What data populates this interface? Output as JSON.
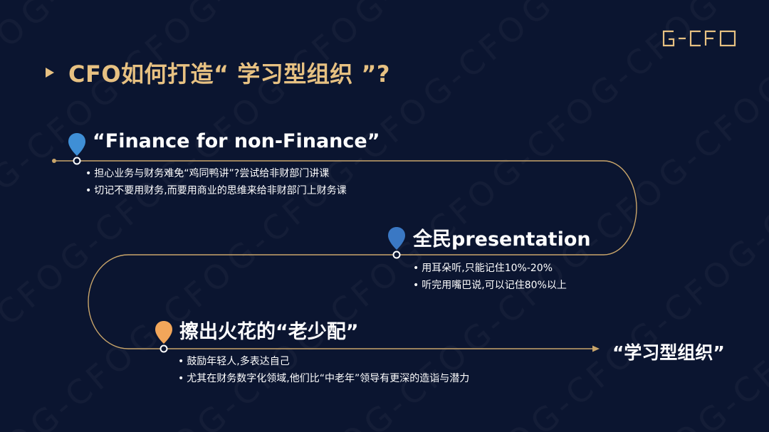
{
  "logo": {
    "text": "G-CFO"
  },
  "title": "CFO如何打造“ 学习型组织 ”?",
  "stages": [
    {
      "heading": "“Finance for non-Finance”",
      "pin_color": "#3f8fd6",
      "pin_icon": "map-pin-icon",
      "bullets": [
        "担心业务与财务难免“鸡同鸭讲”?尝试给非财部门讲课",
        "切记不要用财务,而要用商业的思维来给非财部门上财务课"
      ]
    },
    {
      "heading": "全民presentation",
      "pin_color": "#3a78c4",
      "pin_icon": "map-pin-icon",
      "bullets": [
        "用耳朵听,只能记住10%-20%",
        "听完用嘴巴说,可以记住80%以上"
      ]
    },
    {
      "heading": "擦出火花的“老少配”",
      "pin_color": "#f2a65a",
      "pin_icon": "map-pin-icon",
      "bullets": [
        "鼓励年轻人,多表达自己",
        "尤其在财务数字化领域,他们比“中老年”领导有更深的造诣与潜力"
      ]
    }
  ],
  "goal": "“学习型组织”",
  "colors": {
    "background": "#0b1530",
    "accent_gold": "#e7c182",
    "path_line": "#c9a56a",
    "text": "#ffffff"
  }
}
